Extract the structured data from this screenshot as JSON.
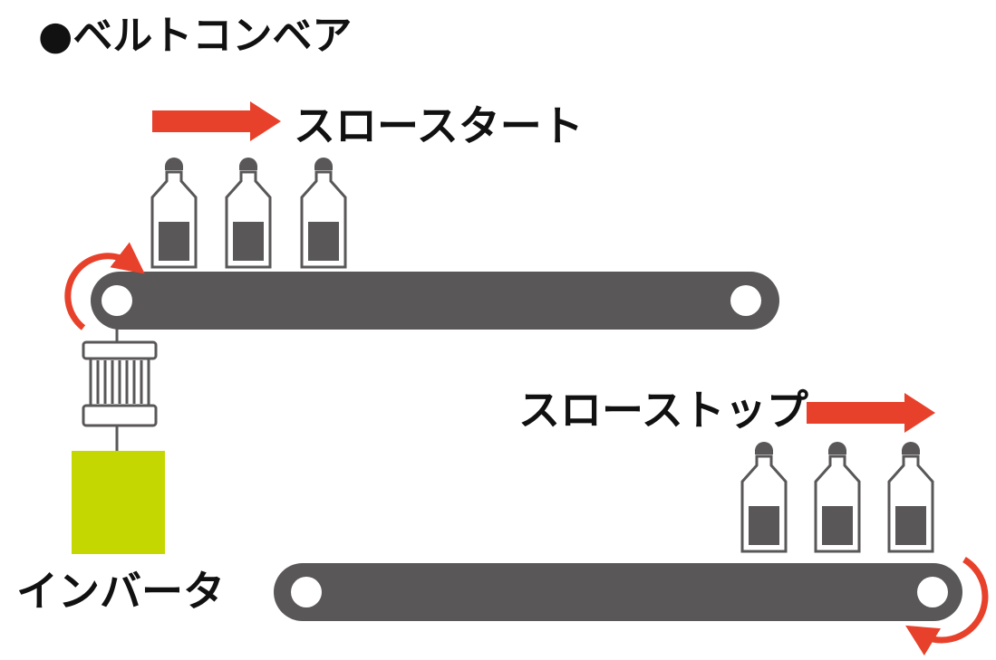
{
  "title": "●ベルトコンベア",
  "labels": {
    "slow_start": "スロースタート",
    "slow_stop": "スローストップ",
    "inverter": "インバータ"
  },
  "colors": {
    "belt": "#595757",
    "bottle_fill": "#595757",
    "arrow": "#e8412b",
    "inverter_box": "#c5d700",
    "motor_outline": "#595757"
  },
  "icons": {
    "bottle": "bottle-icon",
    "motor": "motor-icon",
    "direction_arrow": "arrow-right-icon",
    "rotation_arrow": "rotation-arrow-icon"
  },
  "bottles_per_belt": 3,
  "bottle_fill_level": 0.6
}
